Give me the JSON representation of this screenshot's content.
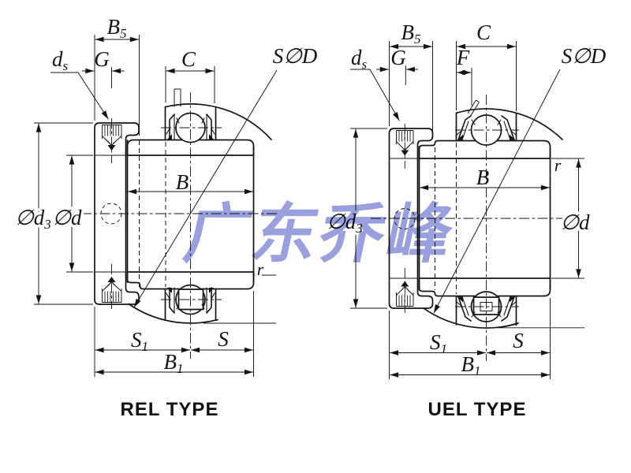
{
  "watermark": {
    "text": "广东乔峰",
    "color": "#9aa0dd"
  },
  "diagrams": {
    "rel": {
      "title": "REL TYPE",
      "labels": {
        "b5": {
          "main": "B",
          "sub": "5"
        },
        "g": "G",
        "ds": {
          "main": "d",
          "sub": "s"
        },
        "c": "C",
        "sphereD": "S∅D",
        "b": "B",
        "d3": {
          "main": "∅d",
          "sub": "3"
        },
        "d": "∅d",
        "r": "r",
        "s1": {
          "main": "S",
          "sub": "1"
        },
        "s": "S",
        "b1": {
          "main": "B",
          "sub": "1"
        }
      }
    },
    "uel": {
      "title": "UEL TYPE",
      "labels": {
        "b5": {
          "main": "B",
          "sub": "5"
        },
        "g": "G",
        "f": "F",
        "ds": {
          "main": "d",
          "sub": "s"
        },
        "c": "C",
        "sphereD": "S∅D",
        "b": "B",
        "d3": {
          "main": "∅d",
          "sub": "3"
        },
        "d": "∅d",
        "r": "r",
        "s1": {
          "main": "S",
          "sub": "1"
        },
        "s": "S",
        "b1": {
          "main": "B",
          "sub": "1"
        }
      }
    }
  }
}
